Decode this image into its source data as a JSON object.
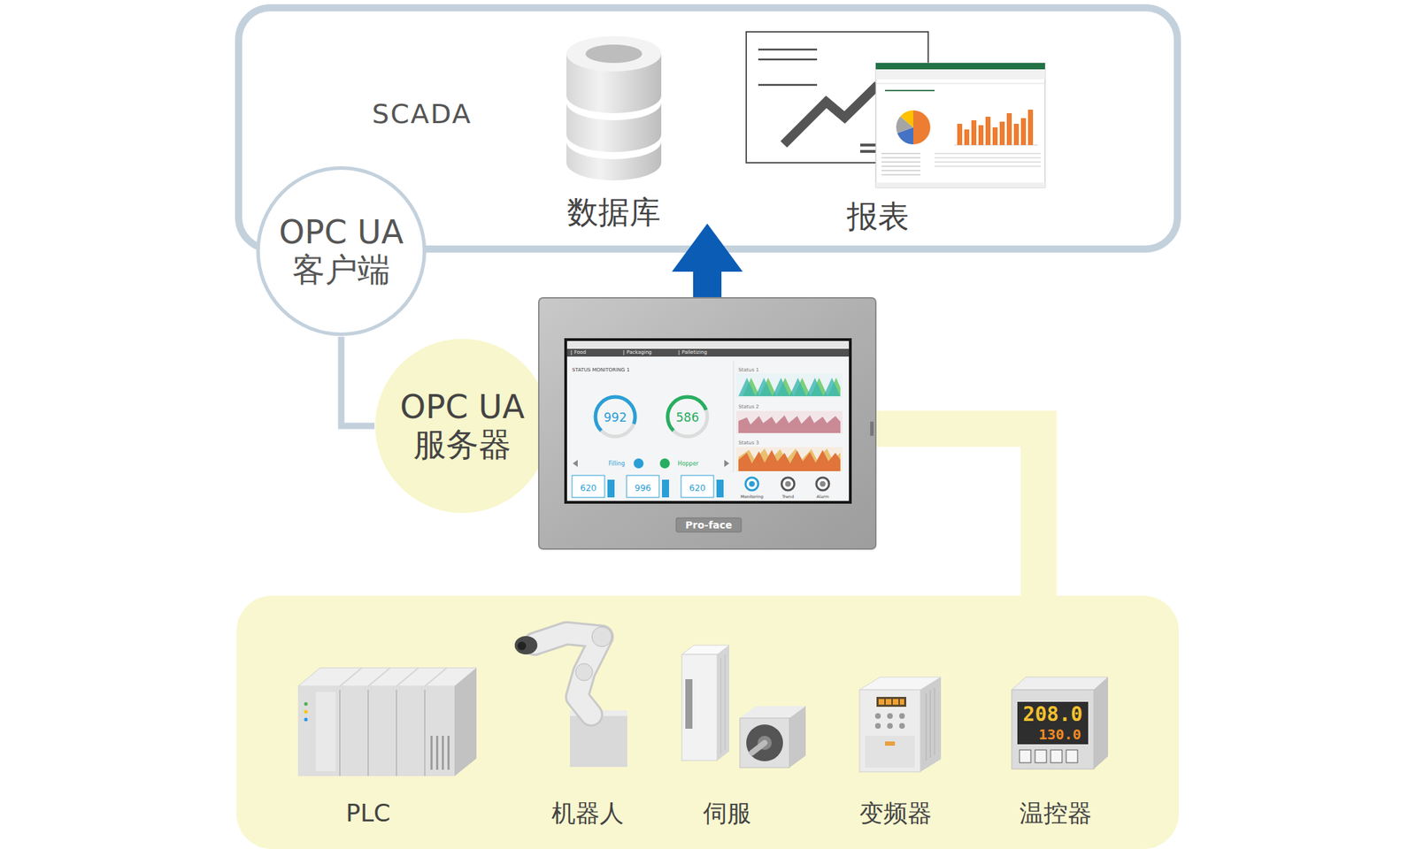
{
  "diagram": {
    "nodes": [
      {
        "text": [
          "SCADA",
          "数据库",
          "报表"
        ]
      },
      {
        "text": [
          "OPC UA 客户端"
        ]
      },
      {
        "text": [
          "Pro-face"
        ]
      },
      {
        "text": [
          "OPC UA 服务器"
        ]
      },
      {
        "text": [
          "PLC",
          "机器人",
          "伺服",
          "变频器",
          "温控器"
        ]
      }
    ],
    "edges": [
      {
        "from": 1,
        "to": 3,
        "arrow": "none"
      },
      {
        "from": 2,
        "to": 0,
        "arrow": "to"
      },
      {
        "from": 2,
        "to": 4,
        "arrow": "none"
      }
    ],
    "labels": [
      "Food",
      "Packaging",
      "Palletizing",
      "STATUS MONITORING 1",
      "992",
      "586",
      "Filling",
      "Hopper",
      "620",
      "996",
      "620",
      "Monitoring",
      "Trend",
      "Alarm",
      "Status 1",
      "Status 2",
      "Status 3",
      "208.0",
      "130.0"
    ]
  }
}
